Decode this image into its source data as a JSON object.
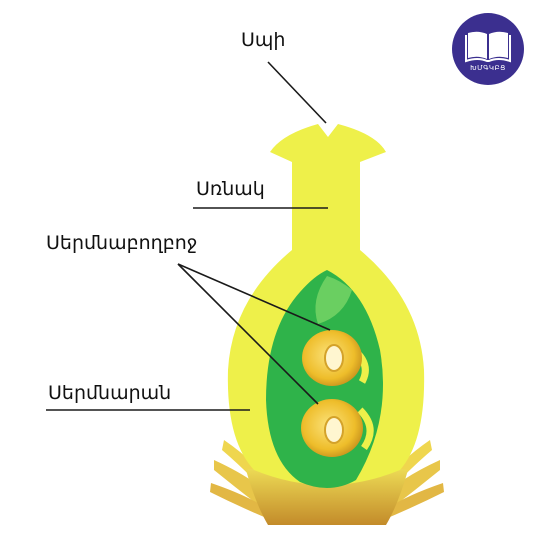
{
  "labels": {
    "stigma": "Սպի",
    "style": "Սռնակ",
    "ovules": "Սերմնաբողբոջ",
    "ovary": "Սերմնարան"
  },
  "logo": {
    "icon": "open-book-icon",
    "text": "ԽՄԳԿԲՑ"
  },
  "colors": {
    "pistil": "#eef04a",
    "inner": "#2fb34a",
    "ovule": "#f2c230",
    "receptacle": "#c99a2e",
    "logo_bg": "#3b2f8f"
  }
}
